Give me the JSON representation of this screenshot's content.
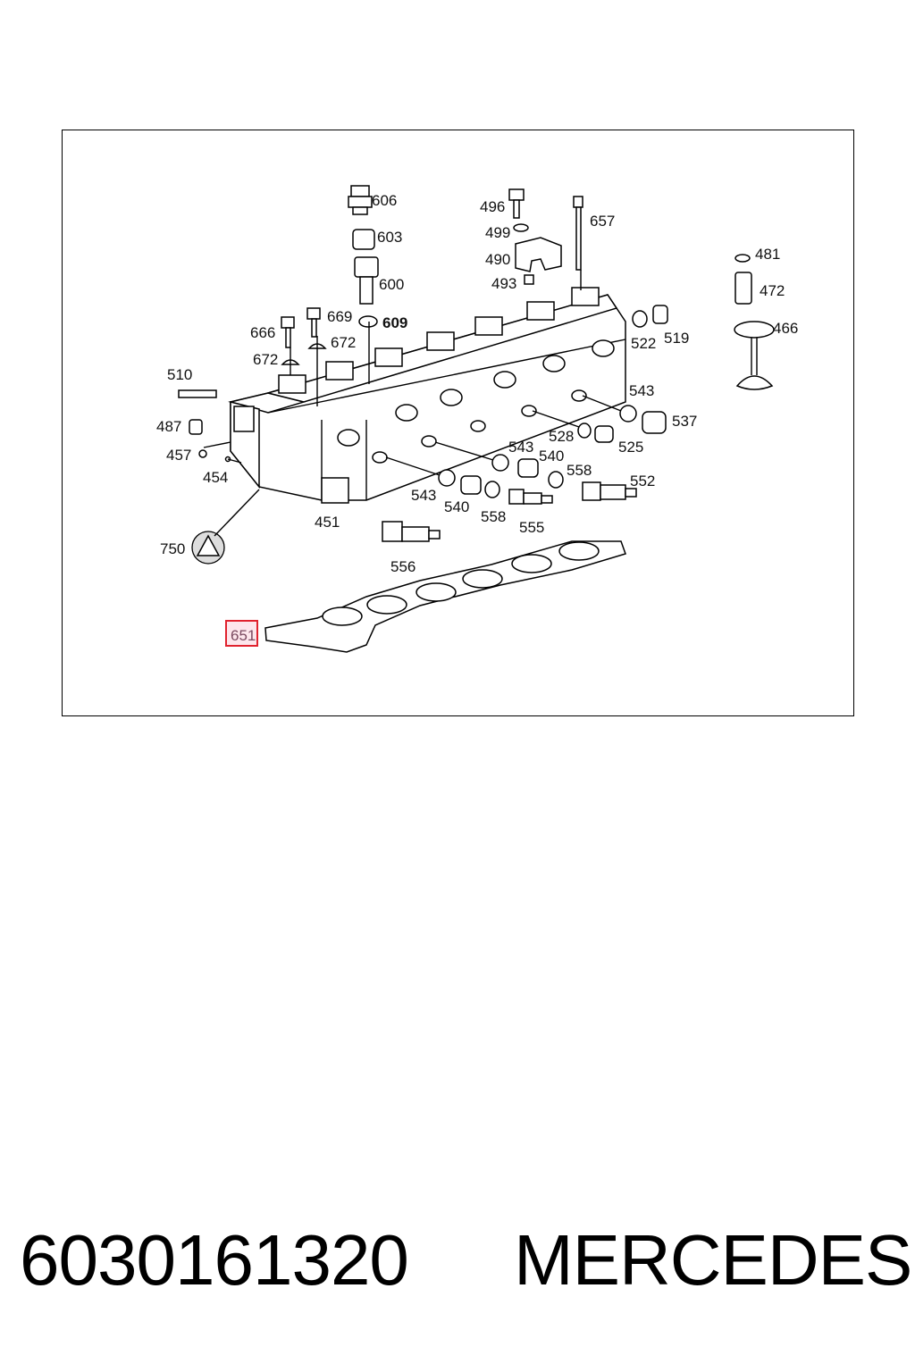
{
  "diagram": {
    "highlighted_label": "651",
    "labels": [
      "606",
      "603",
      "600",
      "609",
      "496",
      "499",
      "490",
      "493",
      "657",
      "481",
      "472",
      "466",
      "666",
      "669",
      "672",
      "672",
      "522",
      "519",
      "510",
      "543",
      "537",
      "487",
      "528",
      "525",
      "457",
      "543",
      "540",
      "558",
      "454",
      "543",
      "540",
      "558",
      "552",
      "555",
      "451",
      "750",
      "556"
    ]
  },
  "caption": {
    "part_number": "6030161320",
    "brand": "MERCEDES"
  }
}
